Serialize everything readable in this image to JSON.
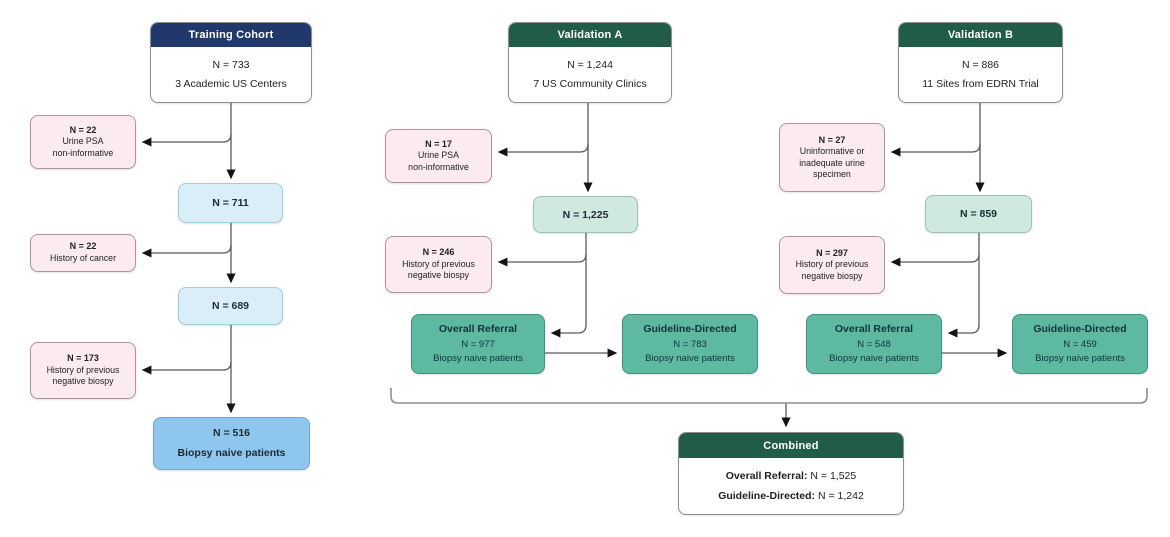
{
  "colors": {
    "training_header": "#21386b",
    "validation_header": "#215c49",
    "exclusion_fill": "#fcebee",
    "step_blue_fill": "#daeef8",
    "step_mint_fill": "#cfe9df",
    "final_blue_fill": "#8fc6ee",
    "result_teal_fill": "#5eb9a2"
  },
  "training": {
    "title": "Training Cohort",
    "n": "N = 733",
    "subtitle": "3 Academic US Centers",
    "exclusions": [
      {
        "n": "N = 22",
        "reason": "Urine PSA\nnon-informative"
      },
      {
        "n": "N = 22",
        "reason": "History of cancer"
      },
      {
        "n": "N = 173",
        "reason": "History of previous\nnegative biospy"
      }
    ],
    "steps": [
      {
        "n": "N = 711"
      },
      {
        "n": "N = 689"
      }
    ],
    "final": {
      "n": "N = 516",
      "label": "Biopsy naive patients"
    }
  },
  "validation_a": {
    "title": "Validation A",
    "n": "N = 1,244",
    "subtitle": "7 US Community Clinics",
    "exclusions": [
      {
        "n": "N = 17",
        "reason": "Urine PSA\nnon-informative"
      },
      {
        "n": "N = 246",
        "reason": "History of previous\nnegative biospy"
      }
    ],
    "step": {
      "n": "N = 1,225"
    },
    "overall": {
      "title": "Overall Referral",
      "n": "N = 977",
      "label": "Biopsy naive patients"
    },
    "guideline": {
      "title": "Guideline-Directed",
      "n": "N = 783",
      "label": "Biopsy naive patients"
    }
  },
  "validation_b": {
    "title": "Validation B",
    "n": "N = 886",
    "subtitle": "11 Sites from EDRN Trial",
    "exclusions": [
      {
        "n": "N = 27",
        "reason": "Uninformative or\ninadequate urine\nspecimen"
      },
      {
        "n": "N = 297",
        "reason": "History of previous\nnegative biospy"
      }
    ],
    "step": {
      "n": "N = 859"
    },
    "overall": {
      "title": "Overall Referral",
      "n": "N = 548",
      "label": "Biopsy naive patients"
    },
    "guideline": {
      "title": "Guideline-Directed",
      "n": "N = 459",
      "label": "Biopsy naive patients"
    }
  },
  "combined": {
    "title": "Combined",
    "rows": [
      {
        "label": "Overall Referral:",
        "value": " N = 1,525"
      },
      {
        "label": "Guideline-Directed:",
        "value": " N = 1,242"
      }
    ]
  }
}
